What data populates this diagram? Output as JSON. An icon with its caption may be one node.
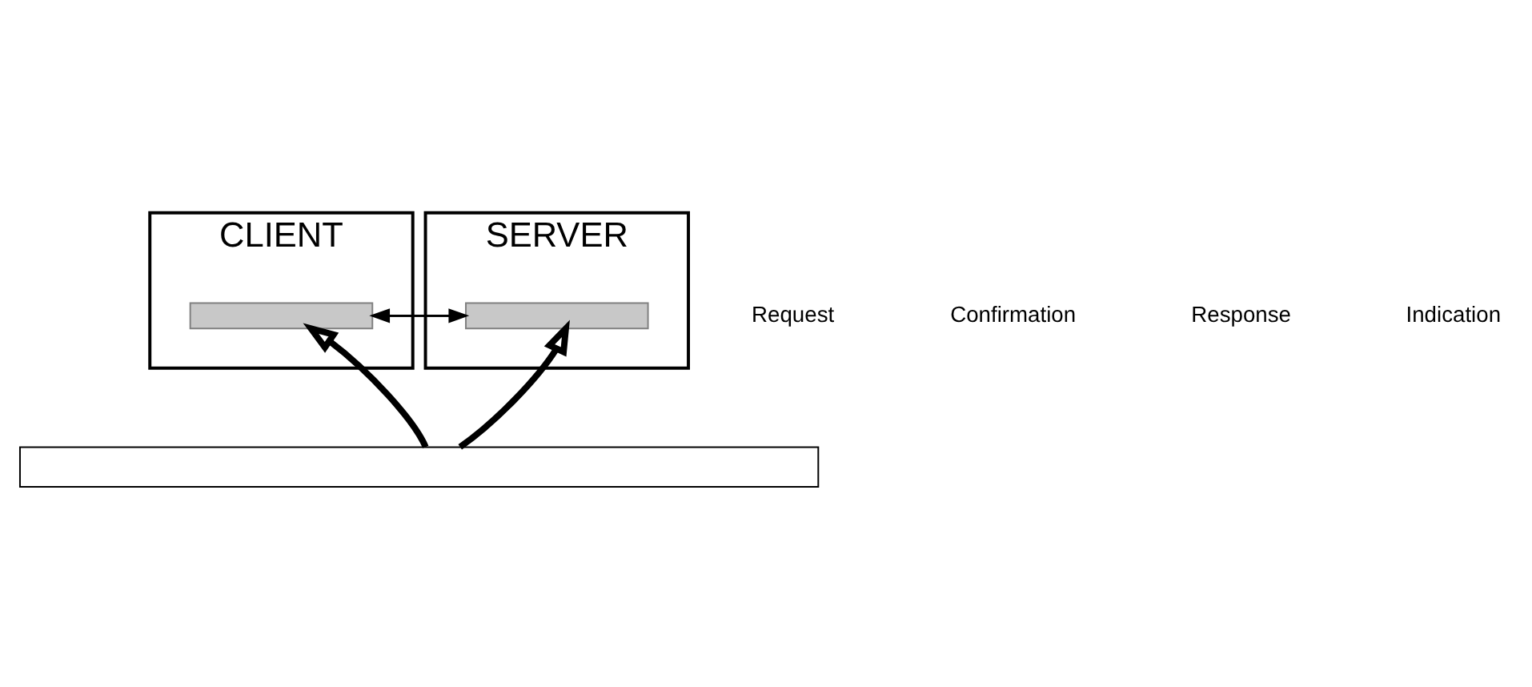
{
  "diagram": {
    "nodes": [
      {
        "text": [
          "CLIENT"
        ]
      },
      {
        "text": [],
        "shape": "bar",
        "in": 0
      },
      {
        "text": [
          "SERVER"
        ]
      },
      {
        "text": [],
        "shape": "bar",
        "in": 2
      },
      {
        "text": [],
        "shape": "bar"
      }
    ],
    "edges": [
      {
        "from": 1,
        "to": 3,
        "arrow": "to"
      },
      {
        "from": 3,
        "to": 1,
        "arrow": "to"
      },
      {
        "from": 4,
        "to": 1,
        "arrow": "to",
        "style": "thick"
      },
      {
        "from": 4,
        "to": 3,
        "arrow": "to",
        "style": "thick"
      }
    ],
    "labels": [
      "Request",
      "Confirmation",
      "Response",
      "Indication"
    ]
  }
}
